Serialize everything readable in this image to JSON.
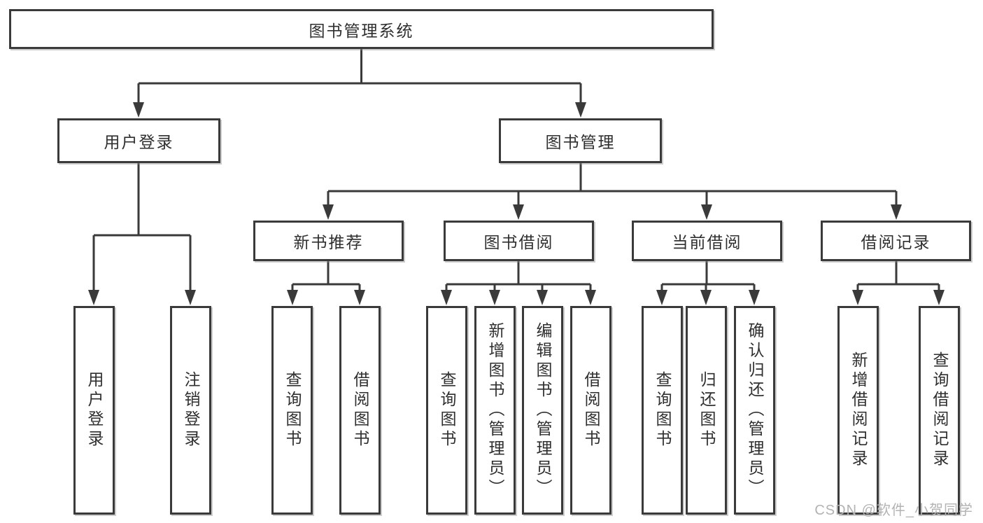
{
  "tree": {
    "root": {
      "label": "图书管理系统"
    },
    "level2": [
      {
        "label": "用户登录"
      },
      {
        "label": "图书管理"
      }
    ],
    "level3": [
      {
        "label": "新书推荐",
        "parent": "图书管理"
      },
      {
        "label": "图书借阅",
        "parent": "图书管理"
      },
      {
        "label": "当前借阅",
        "parent": "图书管理"
      },
      {
        "label": "借阅记录",
        "parent": "图书管理"
      }
    ],
    "leaves": [
      {
        "label": "用户登录",
        "parent": "用户登录"
      },
      {
        "label": "注销登录",
        "parent": "用户登录"
      },
      {
        "label": "查询图书",
        "parent": "新书推荐"
      },
      {
        "label": "借阅图书",
        "parent": "新书推荐"
      },
      {
        "label": "查询图书",
        "parent": "图书借阅"
      },
      {
        "label": "新增图书（管理员）",
        "parent": "图书借阅"
      },
      {
        "label": "编辑图书（管理员）",
        "parent": "图书借阅"
      },
      {
        "label": "借阅图书",
        "parent": "图书借阅"
      },
      {
        "label": "查询图书",
        "parent": "当前借阅"
      },
      {
        "label": "归还图书",
        "parent": "当前借阅"
      },
      {
        "label": "确认归还（管理员）",
        "parent": "当前借阅"
      },
      {
        "label": "新增借阅记录",
        "parent": "借阅记录"
      },
      {
        "label": "查询借阅记录",
        "parent": "借阅记录"
      }
    ]
  },
  "watermark": {
    "text": "CSDN @软件_小贺同学"
  },
  "colors": {
    "line": "#3a3a3a",
    "text": "#2f2f2f",
    "watermark": "#b3b3b3",
    "background": "#ffffff"
  }
}
